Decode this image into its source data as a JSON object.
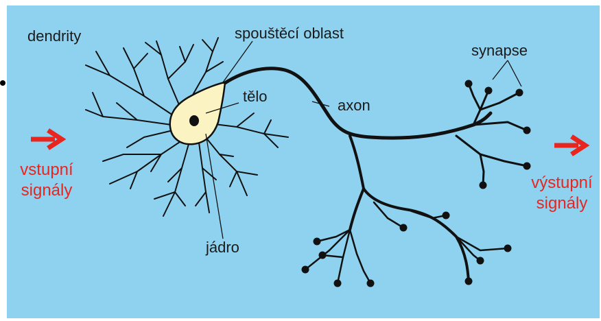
{
  "labels": {
    "dendrites": "dendrity",
    "trigger_zone": "spouštěcí oblast",
    "body": "tělo",
    "axon": "axon",
    "synapses": "synapse",
    "nucleus": "jádro",
    "input_line1": "vstupní",
    "input_line2": "signály",
    "output_line1": "výstupní",
    "output_line2": "signály"
  },
  "colors": {
    "background": "#8fd2f0",
    "cell_body": "#fbf3c2",
    "signal_text": "#e8251f",
    "arrow": "#e8251f",
    "ink": "#111111"
  },
  "icons": [
    "input-arrow-icon",
    "output-arrow-icon"
  ]
}
